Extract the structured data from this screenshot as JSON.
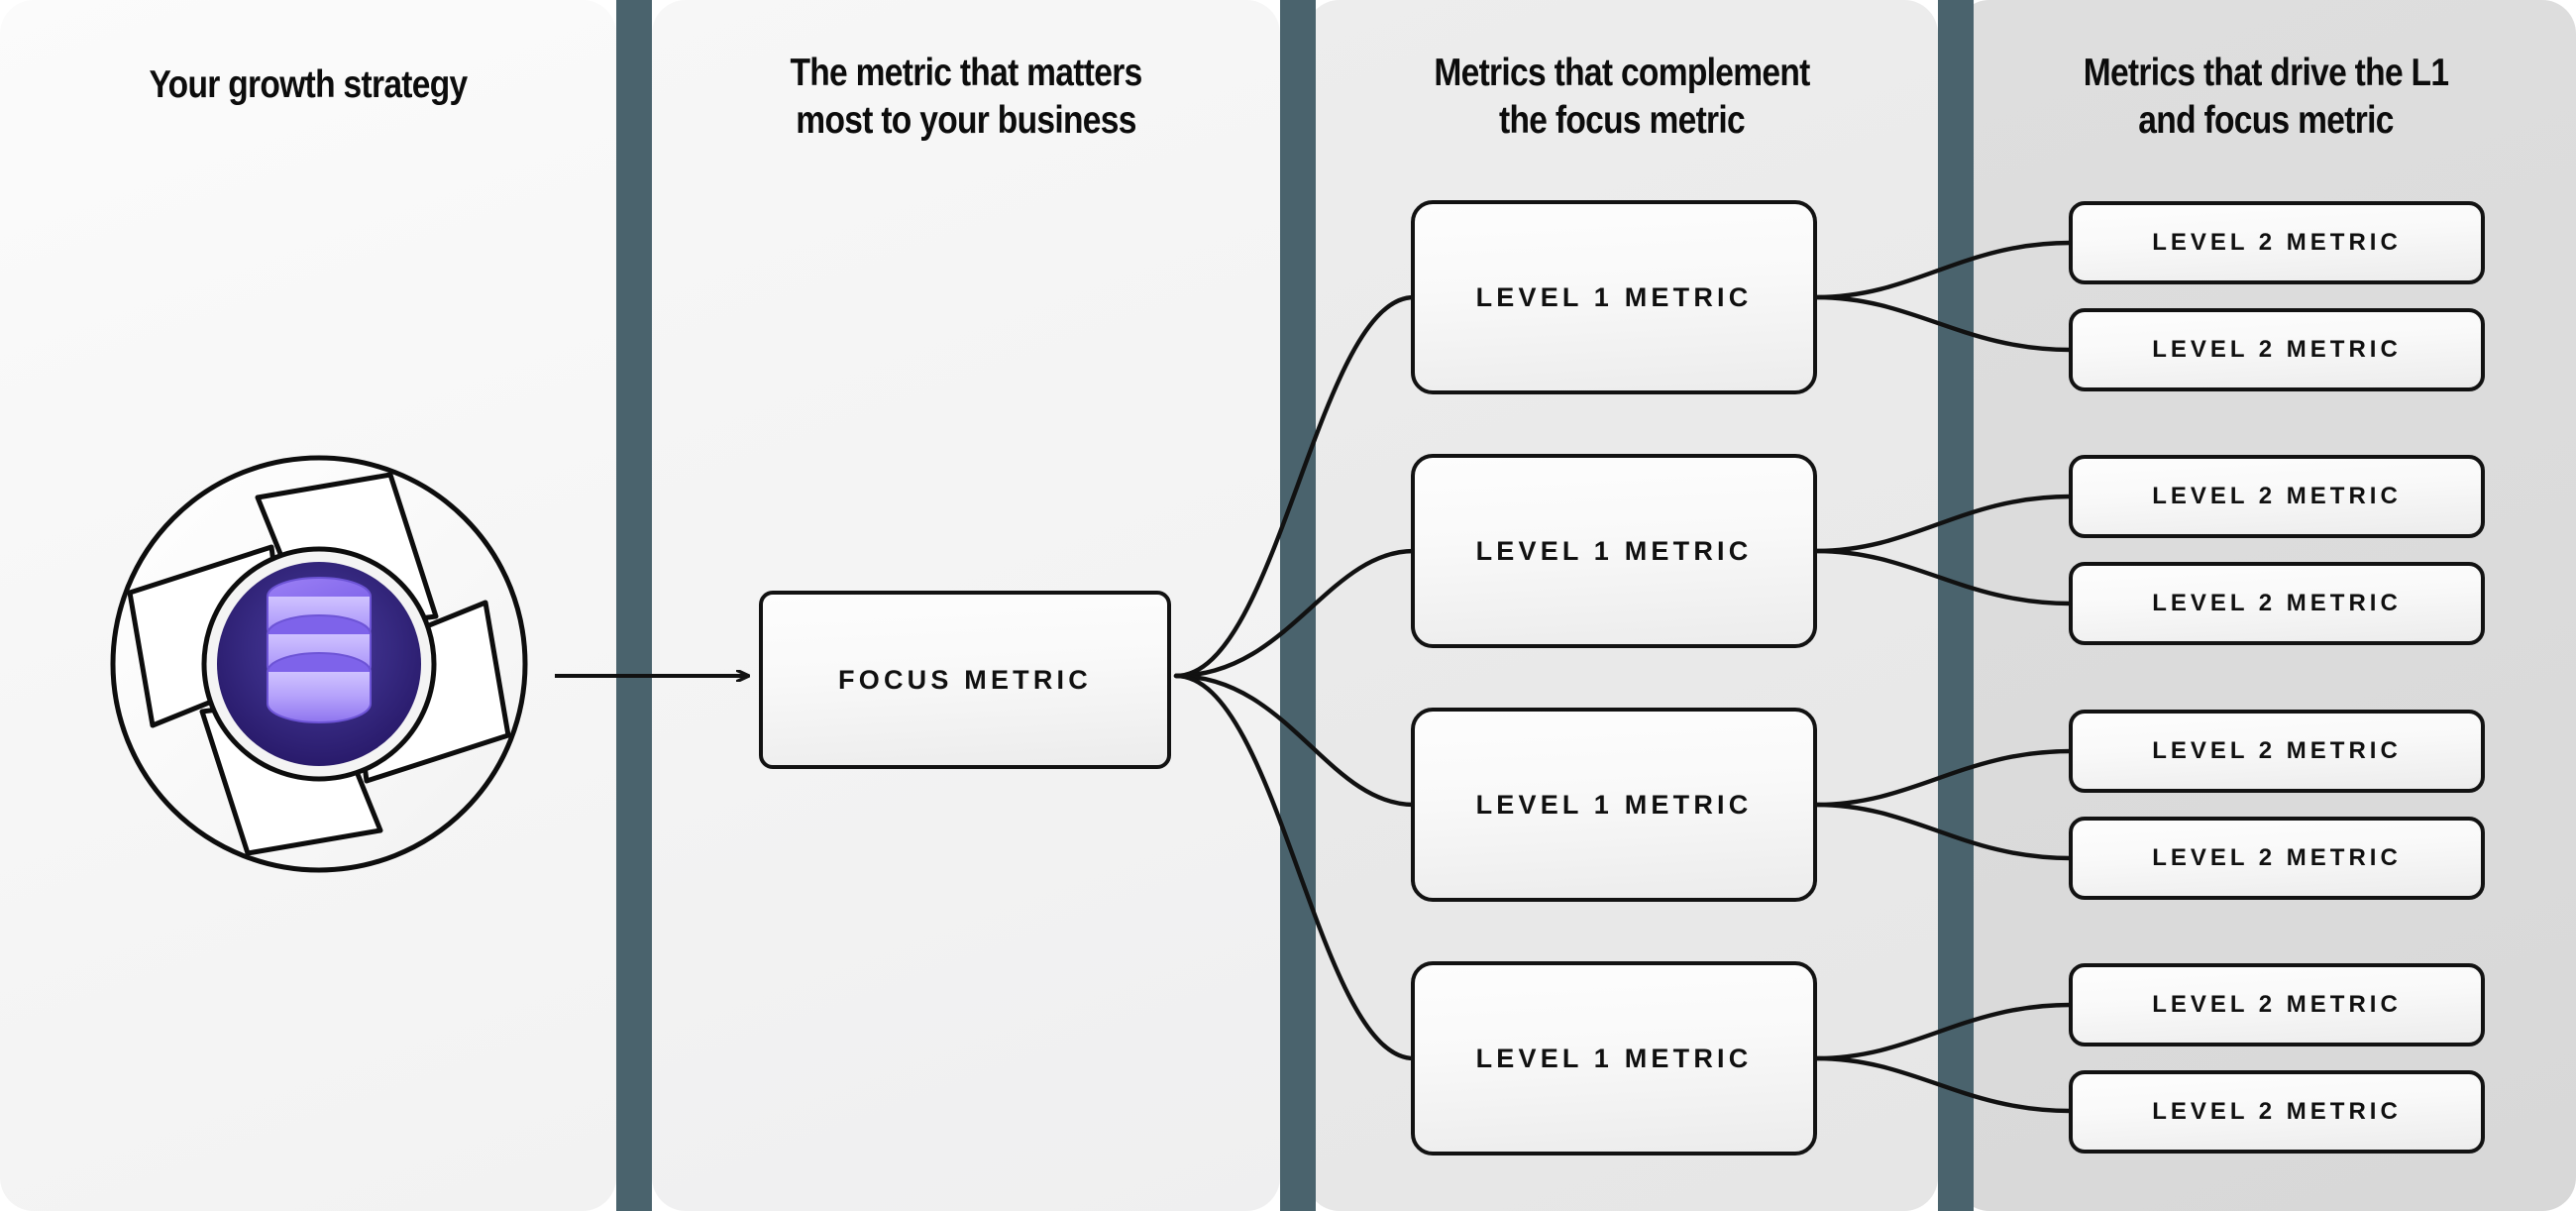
{
  "diagram": {
    "title": "Growth strategy metric tree",
    "colors": {
      "divider": "#4a636d",
      "box_border": "#121212",
      "logo_core": "#2a1b6e",
      "logo_accent": "#8b6df0",
      "panel1_bg": "#f7f7f7",
      "panel2_bg": "#f3f3f3",
      "panel3_bg": "#e9e9e9",
      "panel4_bg": "#dbdbdb"
    }
  },
  "columns": [
    {
      "id": "growth-strategy",
      "header": "Your growth strategy",
      "icon": "database-aperture-icon"
    },
    {
      "id": "focus-metric",
      "header": "The metric that matters\nmost to your business",
      "boxes": [
        {
          "label": "FOCUS METRIC"
        }
      ]
    },
    {
      "id": "level-1-metrics",
      "header": "Metrics that complement\nthe focus metric",
      "boxes": [
        {
          "label": "LEVEL 1 METRIC"
        },
        {
          "label": "LEVEL 1 METRIC"
        },
        {
          "label": "LEVEL 1 METRIC"
        },
        {
          "label": "LEVEL 1 METRIC"
        }
      ]
    },
    {
      "id": "level-2-metrics",
      "header": "Metrics that drive the L1\nand focus metric",
      "boxes": [
        {
          "label": "LEVEL 2 METRIC"
        },
        {
          "label": "LEVEL 2 METRIC"
        },
        {
          "label": "LEVEL 2 METRIC"
        },
        {
          "label": "LEVEL 2 METRIC"
        },
        {
          "label": "LEVEL 2 METRIC"
        },
        {
          "label": "LEVEL 2 METRIC"
        },
        {
          "label": "LEVEL 2 METRIC"
        },
        {
          "label": "LEVEL 2 METRIC"
        }
      ]
    }
  ]
}
